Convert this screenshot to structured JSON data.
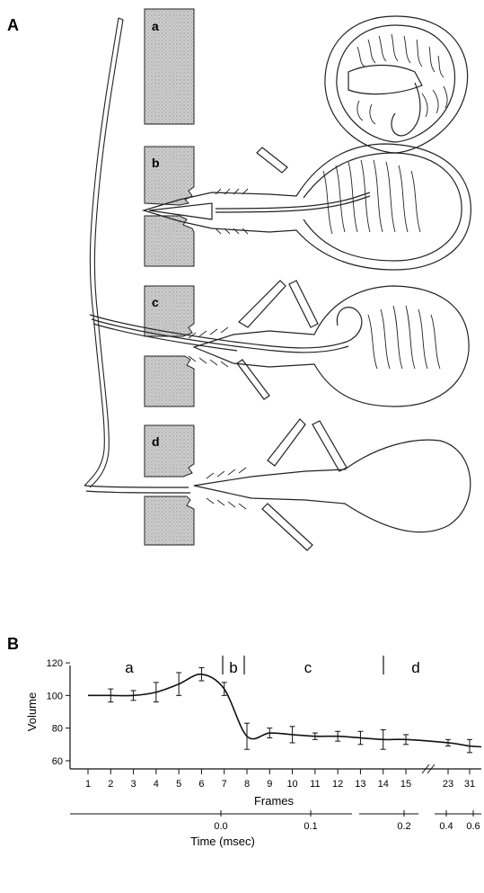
{
  "panel_a": {
    "label": "A",
    "stage_labels": [
      "a",
      "b",
      "c",
      "d"
    ]
  },
  "panel_b": {
    "label": "B"
  },
  "chart_data": {
    "type": "line",
    "title": "",
    "ylabel": "Volume",
    "xlabel_frames": "Frames",
    "xlabel_time": "Time  (msec)",
    "ylim": [
      55,
      125
    ],
    "y_ticks": [
      60,
      80,
      100,
      120
    ],
    "frame_ticks": [
      "1",
      "2",
      "3",
      "4",
      "5",
      "6",
      "7",
      "8",
      "9",
      "10",
      "11",
      "12",
      "13",
      "14",
      "15",
      "23",
      "31"
    ],
    "time_ticks": [
      "0.0",
      "0.1",
      "0.2",
      "0.4",
      "0.6"
    ],
    "phases": [
      "a",
      "b",
      "c",
      "d"
    ],
    "series": [
      {
        "x": [
          1,
          2,
          3,
          4,
          5,
          6,
          7,
          8,
          9,
          10,
          11,
          12,
          13,
          14,
          15,
          23,
          31
        ],
        "y": [
          100,
          100,
          100,
          102,
          107,
          113,
          104,
          75,
          77,
          76,
          75,
          75,
          74,
          73,
          73,
          71,
          69
        ],
        "error": [
          0,
          4,
          3,
          6,
          7,
          4,
          4,
          8,
          3,
          5,
          2,
          3,
          4,
          6,
          3,
          2,
          4
        ]
      }
    ],
    "grid": false
  }
}
